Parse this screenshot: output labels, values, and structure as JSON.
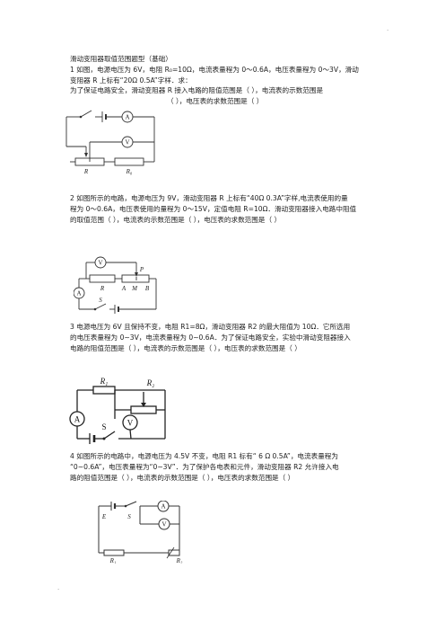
{
  "page": {
    "top_mark": ".",
    "bottom_mark": "."
  },
  "title": "滑动变阻器取值范围题型（基础）",
  "q1": {
    "lines": [
      "1 如图，电源电压为 6V，电阻 R₀=10Ω，电流表量程为 0～0.6A，电压表量程为 0～3V，滑动",
      "变阻器 R 上标有“20Ω    0.5A”字样．求：",
      "为了保证电路安全，滑动变阻器 R 接入电路的阻值范围是（        ），电流表的示数范围是",
      "（        ），电压表的求数范围是（        ）"
    ],
    "labels": {
      "ammeter": "A",
      "voltmeter": "V",
      "rheostat": "R",
      "resistor": "R₀"
    }
  },
  "q2": {
    "lines": [
      "2 如图所示的电路，电源电压为 9V，滑动变阻器 R 上标有“40Ω    0.3A”字样,电流表使用的量",
      "程为 0～0.6A，电压表使用的量程为 0～15V，定值电阻 R=10Ω．滑动变阻器接入电路中阻值",
      "的取值范围（        ），电流表的示数范围是（        ），电压表的求数范围是（        ）"
    ],
    "labels": {
      "voltmeter": "V",
      "ammeter": "A",
      "slider": "P",
      "resistor": "R",
      "a": "A",
      "m": "M",
      "b": "B",
      "switch": "S"
    }
  },
  "q3": {
    "lines": [
      "3 电源电压为 6V 且保持不变，电阻 R1=8Ω，滑动变阻器 R2 的最大阻值为 10Ω．它所选用",
      "的电压表量程为 0~3V，电流表量程为 0~0.6A．为了保证电路安全，实验中滑动变阻器接入",
      "电路的阻值范围是（        ），电流表的示数范围是（        ），电压表的求数范围是（        ）"
    ],
    "labels": {
      "r1": "R₁",
      "r2": "R₂",
      "ammeter": "A",
      "voltmeter": "V",
      "switch": "S"
    }
  },
  "q4": {
    "lines": [
      "4 如图所示的电路中，电源电压为 4.5V 不变，电阻 R1 标有“  6  Ω  0.5A”，电流表量程为",
      "“0~0.6A”，电压表量程为“0~3V”．为了保护各电表和元件，滑动变阻器 R2 允许接入电",
      "路的阻值范围是（        ），电流表的示数范围是（        ），电压表的求数范围是（        ）"
    ],
    "labels": {
      "battery": "E",
      "switch": "S",
      "ammeter": "A",
      "voltmeter": "V",
      "r1": "R₁",
      "r2": "R₂"
    }
  }
}
